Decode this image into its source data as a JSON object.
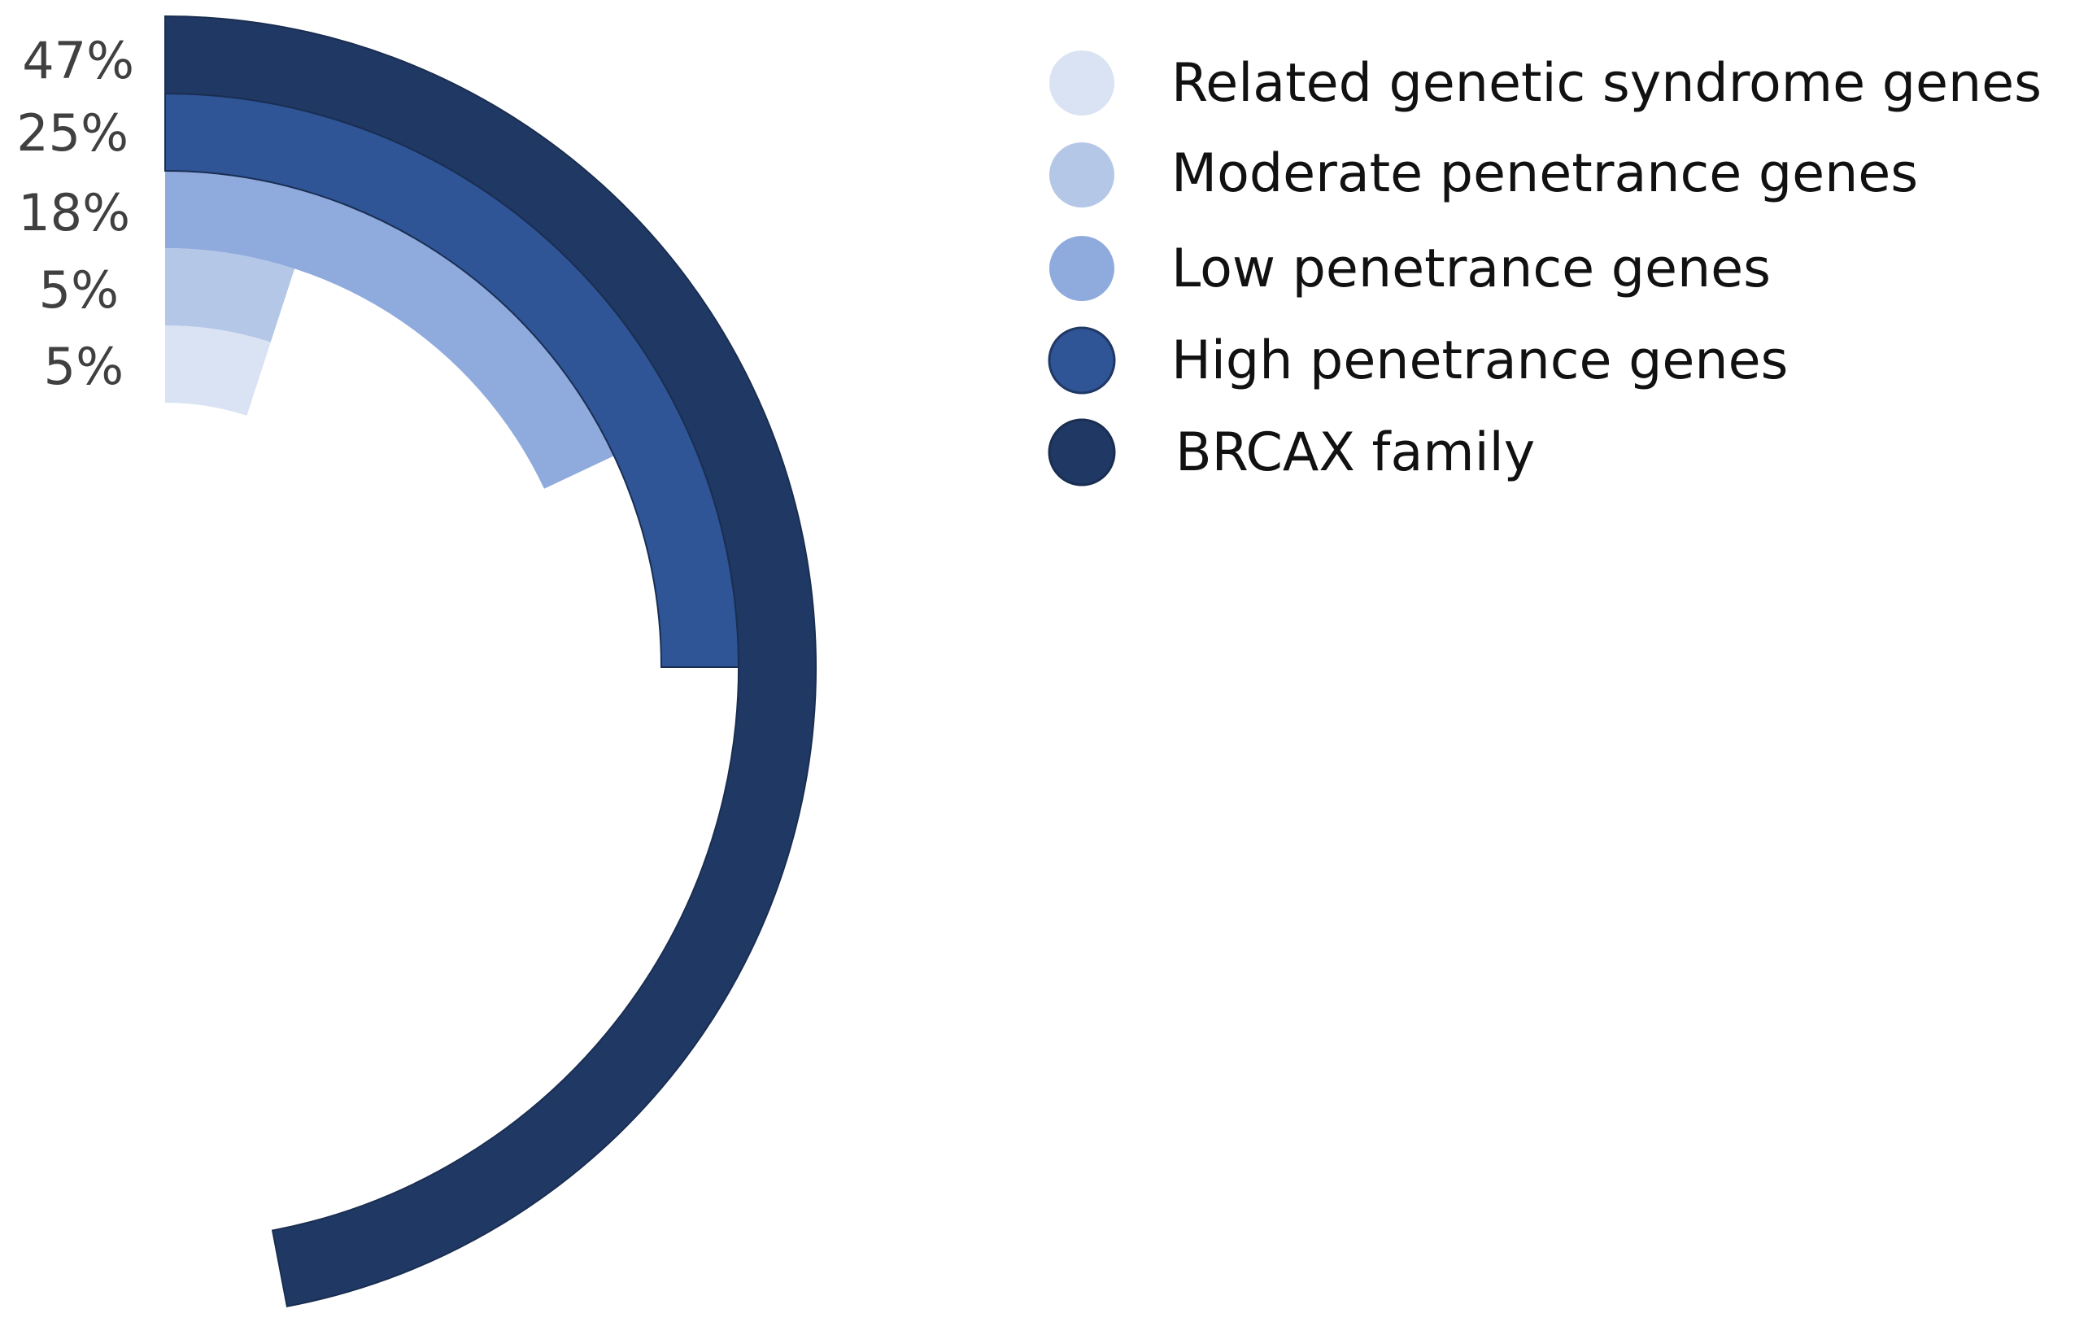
{
  "chart_data": {
    "type": "radial-bar",
    "title": "",
    "series": [
      {
        "name": "Related genetic syndrome genes",
        "value": 5,
        "label": "5%",
        "color": "#dae3f3"
      },
      {
        "name": "Moderate penetrance genes",
        "value": 5,
        "label": "5%",
        "color": "#b4c7e7"
      },
      {
        "name": "Low penetrance genes",
        "value": 18,
        "label": "18%",
        "color": "#8faadc"
      },
      {
        "name": "High penetrance genes",
        "value": 25,
        "label": "25%",
        "color": "#2f5597"
      },
      {
        "name": "BRCAX family",
        "value": 47,
        "label": "47%",
        "color": "#203864"
      }
    ],
    "full_circle_value": 100,
    "legend_position": "top-right"
  }
}
